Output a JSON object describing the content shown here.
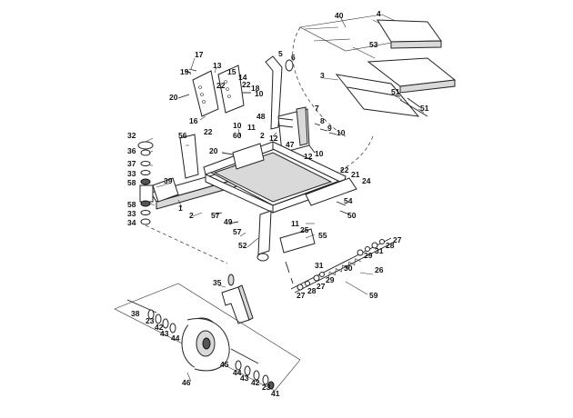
{
  "diagram": {
    "callouts": [
      {
        "id": "c40",
        "text": "40"
      },
      {
        "id": "c4",
        "text": "4"
      },
      {
        "id": "c53",
        "text": "53"
      },
      {
        "id": "c5",
        "text": "5"
      },
      {
        "id": "c6",
        "text": "6"
      },
      {
        "id": "c3",
        "text": "3"
      },
      {
        "id": "c51a",
        "text": "51"
      },
      {
        "id": "c51b",
        "text": "51"
      },
      {
        "id": "c17",
        "text": "17"
      },
      {
        "id": "c19",
        "text": "19"
      },
      {
        "id": "c13",
        "text": "13"
      },
      {
        "id": "c15",
        "text": "15"
      },
      {
        "id": "c14",
        "text": "14"
      },
      {
        "id": "c22a",
        "text": "22"
      },
      {
        "id": "c22b",
        "text": "22"
      },
      {
        "id": "c18",
        "text": "18"
      },
      {
        "id": "c20a",
        "text": "20"
      },
      {
        "id": "c10a",
        "text": "10"
      },
      {
        "id": "c7",
        "text": "7"
      },
      {
        "id": "c48",
        "text": "48"
      },
      {
        "id": "c8",
        "text": "8"
      },
      {
        "id": "c9",
        "text": "9"
      },
      {
        "id": "c10b",
        "text": "10"
      },
      {
        "id": "c16",
        "text": "16"
      },
      {
        "id": "c10c",
        "text": "10"
      },
      {
        "id": "c22c",
        "text": "22"
      },
      {
        "id": "c11a",
        "text": "11"
      },
      {
        "id": "c60",
        "text": "60"
      },
      {
        "id": "c2a",
        "text": "2"
      },
      {
        "id": "c12a",
        "text": "12"
      },
      {
        "id": "c47",
        "text": "47"
      },
      {
        "id": "c12b",
        "text": "12"
      },
      {
        "id": "c10d",
        "text": "10"
      },
      {
        "id": "c32",
        "text": "32"
      },
      {
        "id": "c56",
        "text": "56"
      },
      {
        "id": "c36",
        "text": "36"
      },
      {
        "id": "c20b",
        "text": "20"
      },
      {
        "id": "c37",
        "text": "37"
      },
      {
        "id": "c33a",
        "text": "33"
      },
      {
        "id": "c58a",
        "text": "58"
      },
      {
        "id": "c39",
        "text": "39"
      },
      {
        "id": "c22d",
        "text": "22"
      },
      {
        "id": "c21",
        "text": "21"
      },
      {
        "id": "c24",
        "text": "24"
      },
      {
        "id": "c58b",
        "text": "58"
      },
      {
        "id": "c1",
        "text": "1"
      },
      {
        "id": "c54",
        "text": "54"
      },
      {
        "id": "c33b",
        "text": "33"
      },
      {
        "id": "c2b",
        "text": "2"
      },
      {
        "id": "c57a",
        "text": "57"
      },
      {
        "id": "c49",
        "text": "49"
      },
      {
        "id": "c50",
        "text": "50"
      },
      {
        "id": "c34",
        "text": "34"
      },
      {
        "id": "c11b",
        "text": "11"
      },
      {
        "id": "c25",
        "text": "25"
      },
      {
        "id": "c57b",
        "text": "57"
      },
      {
        "id": "c55",
        "text": "55"
      },
      {
        "id": "c52",
        "text": "52"
      },
      {
        "id": "c27a",
        "text": "27"
      },
      {
        "id": "c28a",
        "text": "28"
      },
      {
        "id": "c31a",
        "text": "31"
      },
      {
        "id": "c29a",
        "text": "29"
      },
      {
        "id": "c30",
        "text": "30"
      },
      {
        "id": "c26",
        "text": "26"
      },
      {
        "id": "c31b",
        "text": "31"
      },
      {
        "id": "c29b",
        "text": "29"
      },
      {
        "id": "c27b",
        "text": "27"
      },
      {
        "id": "c28b",
        "text": "28"
      },
      {
        "id": "c27c",
        "text": "27"
      },
      {
        "id": "c59",
        "text": "59"
      },
      {
        "id": "c35",
        "text": "35"
      },
      {
        "id": "c38",
        "text": "38"
      },
      {
        "id": "c23a",
        "text": "23"
      },
      {
        "id": "c42a",
        "text": "42"
      },
      {
        "id": "c43a",
        "text": "43"
      },
      {
        "id": "c44a",
        "text": "44"
      },
      {
        "id": "c45",
        "text": "45"
      },
      {
        "id": "c44b",
        "text": "44"
      },
      {
        "id": "c43b",
        "text": "43"
      },
      {
        "id": "c42b",
        "text": "42"
      },
      {
        "id": "c23b",
        "text": "23"
      },
      {
        "id": "c41",
        "text": "41"
      },
      {
        "id": "c46",
        "text": "46"
      }
    ]
  }
}
